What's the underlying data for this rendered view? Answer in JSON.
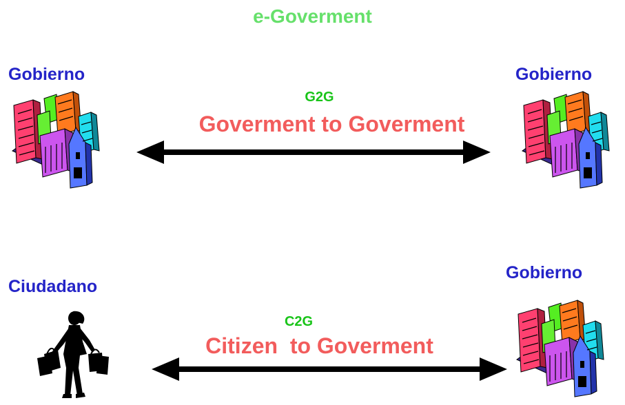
{
  "title": "e-Goverment",
  "relations": [
    {
      "left_actor": "Gobierno",
      "right_actor": "Gobierno",
      "code": "G2G",
      "description": "Goverment to Goverment",
      "left_icon": "city-buildings-icon",
      "right_icon": "city-buildings-icon"
    },
    {
      "left_actor": "Ciudadano",
      "right_actor": "Gobierno",
      "code": "C2G",
      "description": "Citizen  to Goverment",
      "left_icon": "shopper-woman-icon",
      "right_icon": "city-buildings-icon"
    }
  ],
  "colors": {
    "title": "#66e06b",
    "actor": "#2424c8",
    "code": "#19c419",
    "description": "#f25c5c",
    "arrow": "#000000"
  }
}
